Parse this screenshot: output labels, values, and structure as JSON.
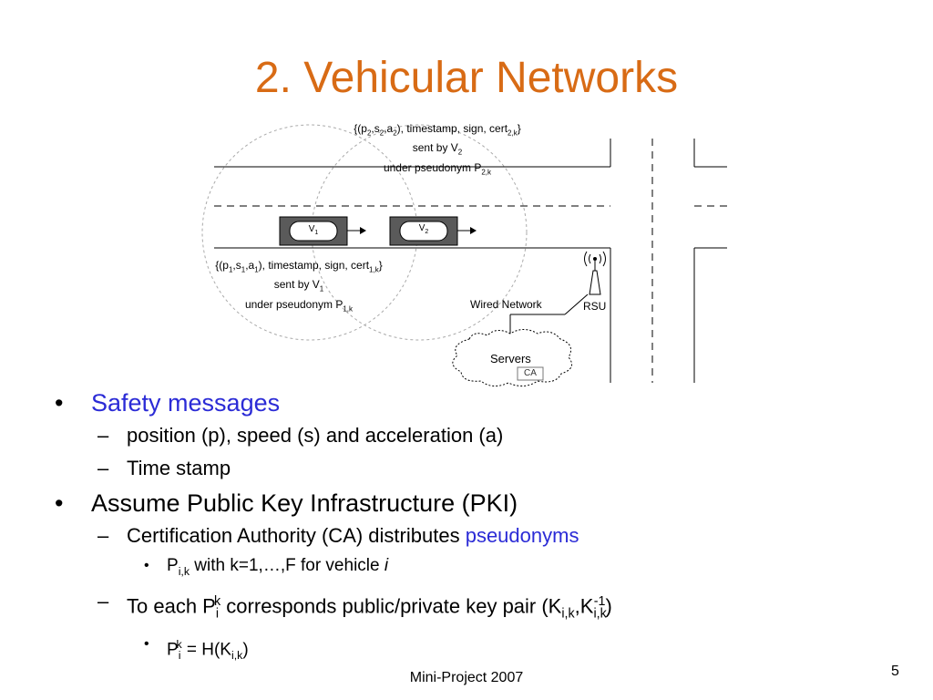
{
  "title": "2. Vehicular Networks",
  "diagram": {
    "msg2": {
      "l1_a": "{(p",
      "l1_a_sub": "2",
      "l1_b": ",s",
      "l1_b_sub": "2",
      "l1_c": ",a",
      "l1_c_sub": "2",
      "l1_d": "), timestamp, sign, cert",
      "l1_d_sub": "2,k",
      "l1_e": "}",
      "l2": "sent by V",
      "l2_sub": "2",
      "l3": "under pseudonym P",
      "l3_sub": "2,k"
    },
    "msg1": {
      "l1_a": "{(p",
      "l1_a_sub": "1",
      "l1_b": ",s",
      "l1_b_sub": "1",
      "l1_c": ",a",
      "l1_c_sub": "1",
      "l1_d": "), timestamp, sign, cert",
      "l1_d_sub": "1,k",
      "l1_e": "}",
      "l2": "sent by V",
      "l2_sub": "1",
      "l3": "under pseudonym P",
      "l3_sub": "1,k"
    },
    "v1": "V",
    "v1_sub": "1",
    "v2": "V",
    "v2_sub": "2",
    "wired": "Wired Network",
    "rsu": "RSU",
    "servers": "Servers",
    "ca": "CA"
  },
  "bullets": {
    "safety": "Safety messages",
    "pos": "position (p), speed (s) and acceleration (a)",
    "timestamp": "Time stamp",
    "pki": "Assume Public Key Infrastructure (PKI)",
    "ca_a": "Certification Authority (CA) distributes ",
    "ca_b": "pseudonyms",
    "pik_a": "P",
    "pik_sub": "i,k",
    "pik_b": " with k=1,…,F for vehicle ",
    "pik_c": "i",
    "each_a": "To each P",
    "each_sub1": "i",
    "each_sup1": "k",
    "each_b": " corresponds public/private key pair (K",
    "each_sub2": "i,k",
    "each_c": ",K",
    "each_sub3": "i,k",
    "each_sup3": "-1",
    "each_d": ")",
    "hash_a": "P",
    "hash_sub1": "i",
    "hash_sup1": "k",
    "hash_b": " = H(K",
    "hash_sub2": "i,k",
    "hash_c": ")"
  },
  "bullet_marks": {
    "level1": "•",
    "level2": "–",
    "level3": "•"
  },
  "footer": "Mini-Project 2007",
  "page_number": "5",
  "colors": {
    "title": "#d86b15",
    "highlight": "#2b2bd6"
  }
}
